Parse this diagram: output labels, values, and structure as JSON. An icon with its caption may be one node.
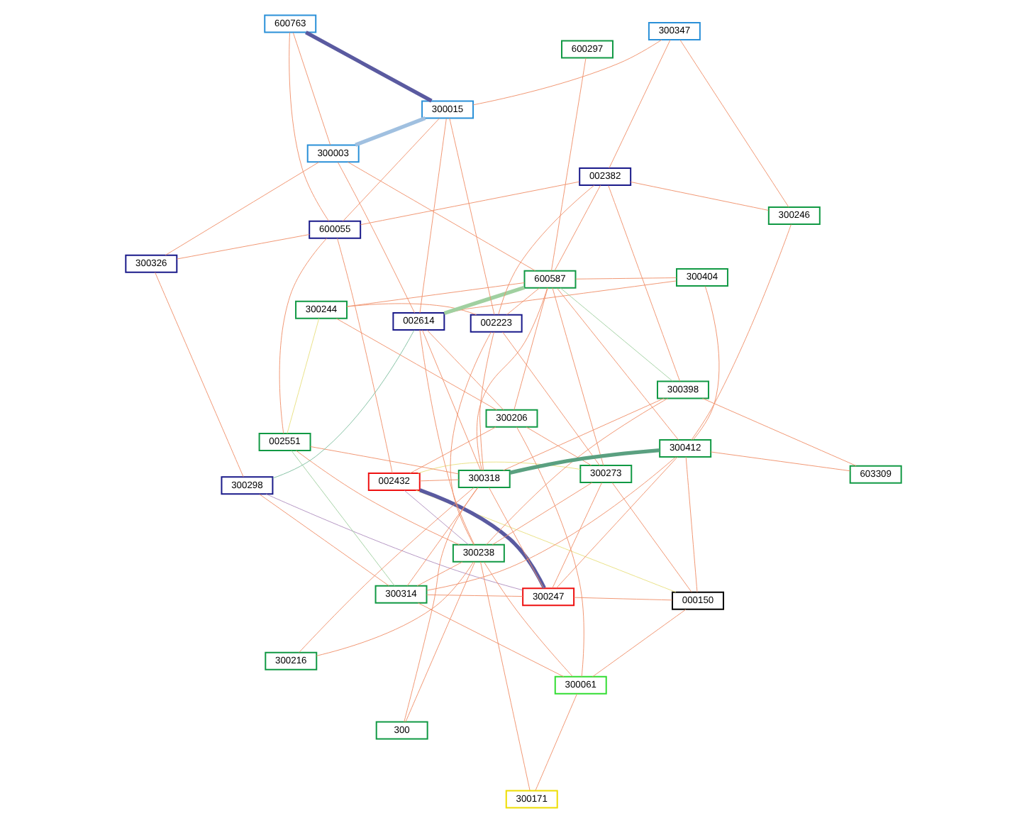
{
  "diagram": {
    "nodes": [
      {
        "text": [
          "002432"
        ]
      },
      {
        "text": [
          "300247"
        ]
      },
      {
        "text": [
          "000150"
        ]
      },
      {
        "text": [
          "002551"
        ]
      },
      {
        "text": [
          "300273"
        ]
      },
      {
        "text": [
          "300314"
        ]
      },
      {
        "text": [
          "300061"
        ]
      },
      {
        "text": [
          "300206"
        ]
      },
      {
        "text": [
          "300244"
        ]
      },
      {
        "text": [
          "300171"
        ]
      },
      {
        "text": [
          "300"
        ]
      },
      {
        "text": [
          "300216"
        ]
      },
      {
        "text": [
          "300238"
        ]
      },
      {
        "text": [
          "300404"
        ]
      },
      {
        "text": [
          "603309"
        ]
      },
      {
        "text": [
          "300318"
        ]
      },
      {
        "text": [
          "300412"
        ]
      },
      {
        "text": [
          "300398"
        ]
      },
      {
        "text": [
          "600297"
        ]
      },
      {
        "text": [
          "300246"
        ]
      },
      {
        "text": [
          "600587"
        ]
      },
      {
        "text": [
          "600055"
        ]
      },
      {
        "text": [
          "600763"
        ]
      },
      {
        "text": [
          "300015"
        ]
      },
      {
        "text": [
          "300347"
        ]
      },
      {
        "text": [
          "300003"
        ]
      },
      {
        "text": [
          "002223"
        ]
      },
      {
        "text": [
          "300298"
        ]
      },
      {
        "text": [
          "300326"
        ]
      },
      {
        "text": [
          "002382"
        ]
      },
      {
        "text": [
          "002614"
        ]
      }
    ],
    "edges": [
      {
        "from": 1,
        "to": 0,
        "arrow": "none",
        "style": "thick",
        "color": "#5a5aa0"
      },
      {
        "from": 0,
        "to": 2,
        "arrow": "none",
        "color": "#e8e080"
      },
      {
        "from": 1,
        "to": 2,
        "arrow": "none"
      },
      {
        "from": 0,
        "to": 15,
        "arrow": "none"
      },
      {
        "from": 1,
        "to": 15,
        "arrow": "none"
      },
      {
        "from": 1,
        "to": 5,
        "arrow": "none"
      },
      {
        "from": 1,
        "to": 16,
        "arrow": "none"
      },
      {
        "from": 0,
        "to": 7,
        "arrow": "none"
      },
      {
        "from": 0,
        "to": 21,
        "arrow": "none"
      },
      {
        "from": 1,
        "to": 27,
        "arrow": "none",
        "color": "#b090c0"
      },
      {
        "from": 0,
        "to": 12,
        "arrow": "none",
        "color": "#b090c0"
      },
      {
        "from": 1,
        "to": 4,
        "arrow": "none"
      },
      {
        "from": 0,
        "to": 4,
        "arrow": "none",
        "color": "#e8e080"
      },
      {
        "from": 2,
        "to": 4,
        "arrow": "none"
      },
      {
        "from": 2,
        "to": 6,
        "arrow": "none"
      },
      {
        "from": 2,
        "to": 16,
        "arrow": "none"
      },
      {
        "from": 3,
        "to": 5,
        "arrow": "none",
        "color": "#a0d0a0"
      },
      {
        "from": 3,
        "to": 15,
        "arrow": "none"
      },
      {
        "from": 3,
        "to": 21,
        "arrow": "none"
      },
      {
        "from": 3,
        "to": 12,
        "arrow": "none"
      },
      {
        "from": 3,
        "to": 8,
        "arrow": "none",
        "color": "#e8e080"
      },
      {
        "from": 4,
        "to": 12,
        "arrow": "none"
      },
      {
        "from": 4,
        "to": 20,
        "arrow": "none"
      },
      {
        "from": 4,
        "to": 26,
        "arrow": "none"
      },
      {
        "from": 4,
        "to": 7,
        "arrow": "none"
      },
      {
        "from": 5,
        "to": 6,
        "arrow": "none"
      },
      {
        "from": 5,
        "to": 12,
        "arrow": "none"
      },
      {
        "from": 5,
        "to": 15,
        "arrow": "none"
      },
      {
        "from": 5,
        "to": 16,
        "arrow": "none"
      },
      {
        "from": 5,
        "to": 27,
        "arrow": "none"
      },
      {
        "from": 6,
        "to": 7,
        "arrow": "none"
      },
      {
        "from": 6,
        "to": 12,
        "arrow": "none"
      },
      {
        "from": 9,
        "to": 6,
        "arrow": "none"
      },
      {
        "from": 9,
        "to": 12,
        "arrow": "none"
      },
      {
        "from": 7,
        "to": 8,
        "arrow": "none"
      },
      {
        "from": 7,
        "to": 20,
        "arrow": "none"
      },
      {
        "from": 7,
        "to": 30,
        "arrow": "none"
      },
      {
        "from": 8,
        "to": 20,
        "arrow": "none"
      },
      {
        "from": 8,
        "to": 26,
        "arrow": "none"
      },
      {
        "from": 10,
        "to": 15,
        "arrow": "none"
      },
      {
        "from": 10,
        "to": 12,
        "arrow": "none"
      },
      {
        "from": 11,
        "to": 15,
        "arrow": "none"
      },
      {
        "from": 11,
        "to": 12,
        "arrow": "none"
      },
      {
        "from": 13,
        "to": 20,
        "arrow": "none"
      },
      {
        "from": 13,
        "to": 30,
        "arrow": "none"
      },
      {
        "from": 14,
        "to": 16,
        "arrow": "none"
      },
      {
        "from": 14,
        "to": 17,
        "arrow": "none"
      },
      {
        "from": 12,
        "to": 30,
        "arrow": "none"
      },
      {
        "from": 12,
        "to": 26,
        "arrow": "none"
      },
      {
        "from": 12,
        "to": 17,
        "arrow": "none"
      },
      {
        "from": 15,
        "to": 16,
        "arrow": "none",
        "style": "thick",
        "color": "#5aa080"
      },
      {
        "from": 15,
        "to": 20,
        "arrow": "none"
      },
      {
        "from": 15,
        "to": 17,
        "arrow": "none"
      },
      {
        "from": 15,
        "to": 30,
        "arrow": "none"
      },
      {
        "from": 15,
        "to": 26,
        "arrow": "none"
      },
      {
        "from": 16,
        "to": 20,
        "arrow": "none"
      },
      {
        "from": 16,
        "to": 19,
        "arrow": "none"
      },
      {
        "from": 16,
        "to": 13,
        "arrow": "none"
      },
      {
        "from": 17,
        "to": 20,
        "arrow": "none",
        "color": "#a0d0a0"
      },
      {
        "from": 17,
        "to": 29,
        "arrow": "none"
      },
      {
        "from": 18,
        "to": 20,
        "arrow": "none"
      },
      {
        "from": 19,
        "to": 29,
        "arrow": "none"
      },
      {
        "from": 19,
        "to": 24,
        "arrow": "none"
      },
      {
        "from": 20,
        "to": 30,
        "arrow": "none",
        "style": "thick",
        "color": "#a0d0a0"
      },
      {
        "from": 20,
        "to": 26,
        "arrow": "none"
      },
      {
        "from": 20,
        "to": 25,
        "arrow": "none"
      },
      {
        "from": 20,
        "to": 29,
        "arrow": "none"
      },
      {
        "from": 21,
        "to": 29,
        "arrow": "none"
      },
      {
        "from": 21,
        "to": 28,
        "arrow": "none"
      },
      {
        "from": 21,
        "to": 22,
        "arrow": "none"
      },
      {
        "from": 21,
        "to": 23,
        "arrow": "none"
      },
      {
        "from": 22,
        "to": 23,
        "arrow": "none",
        "style": "thick",
        "color": "#5a5aa0"
      },
      {
        "from": 22,
        "to": 25,
        "arrow": "none"
      },
      {
        "from": 23,
        "to": 25,
        "arrow": "none",
        "style": "thick",
        "color": "#a0c0e0"
      },
      {
        "from": 24,
        "to": 23,
        "arrow": "none"
      },
      {
        "from": 26,
        "to": 23,
        "arrow": "none"
      },
      {
        "from": 26,
        "to": 29,
        "arrow": "none"
      },
      {
        "from": 27,
        "to": 30,
        "arrow": "none",
        "color": "#80c0a0"
      },
      {
        "from": 27,
        "to": 28,
        "arrow": "none"
      },
      {
        "from": 30,
        "to": 23,
        "arrow": "none"
      },
      {
        "from": 30,
        "to": 25,
        "arrow": "none"
      },
      {
        "from": 28,
        "to": 25,
        "arrow": "none"
      },
      {
        "from": 29,
        "to": 24,
        "arrow": "none"
      }
    ]
  }
}
